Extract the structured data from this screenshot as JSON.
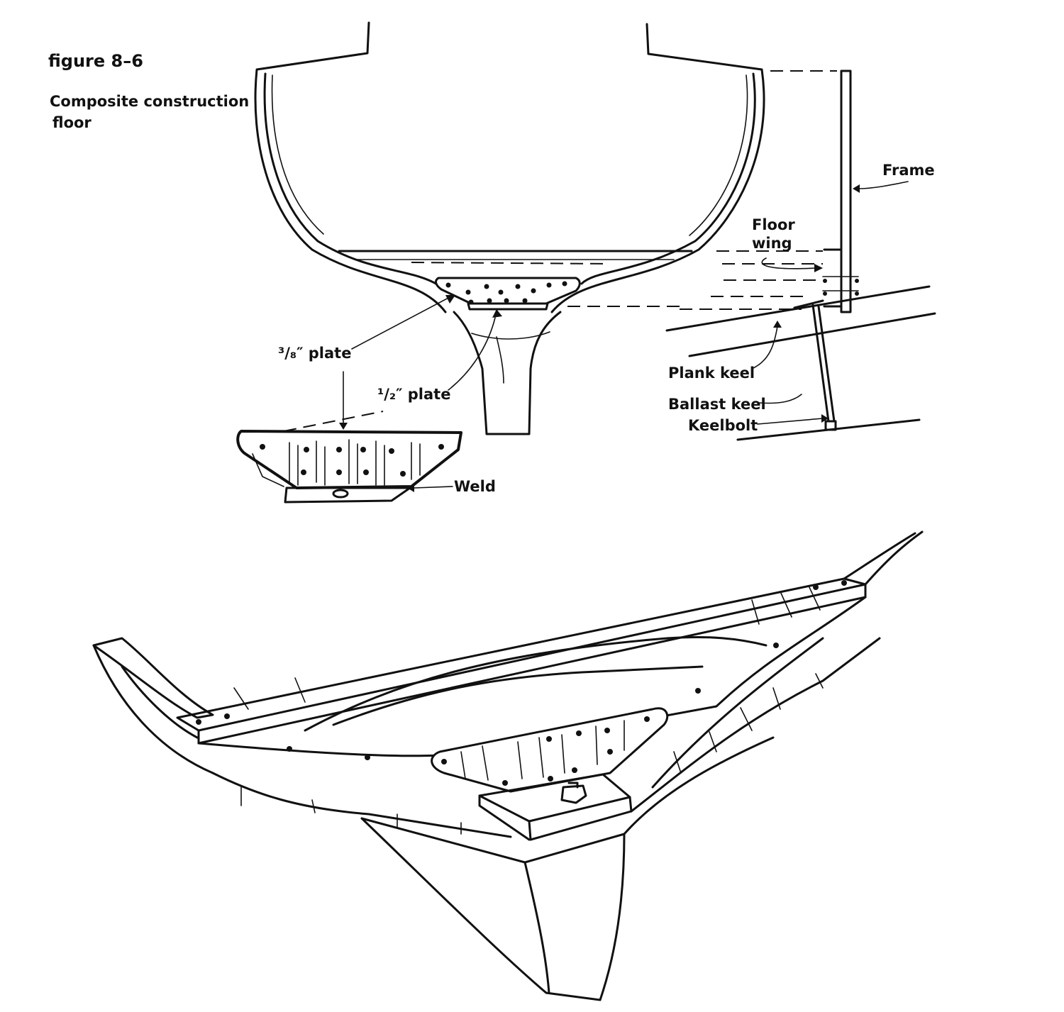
{
  "figure": {
    "number": "figure 8–6",
    "caption_line1": "Composite construction",
    "caption_line2": "floor"
  },
  "labels": {
    "frame": "Frame",
    "floor_wing_line1": "Floor",
    "floor_wing_line2": "wing",
    "plate_three_eighths": "³/₈″ plate",
    "plate_one_half": "¹/₂″ plate",
    "plank_keel": "Plank keel",
    "ballast_keel": "Ballast keel",
    "keelbolt": "Keelbolt",
    "weld": "Weld"
  },
  "colors": {
    "ink": "#111111",
    "paper": "#ffffff"
  }
}
